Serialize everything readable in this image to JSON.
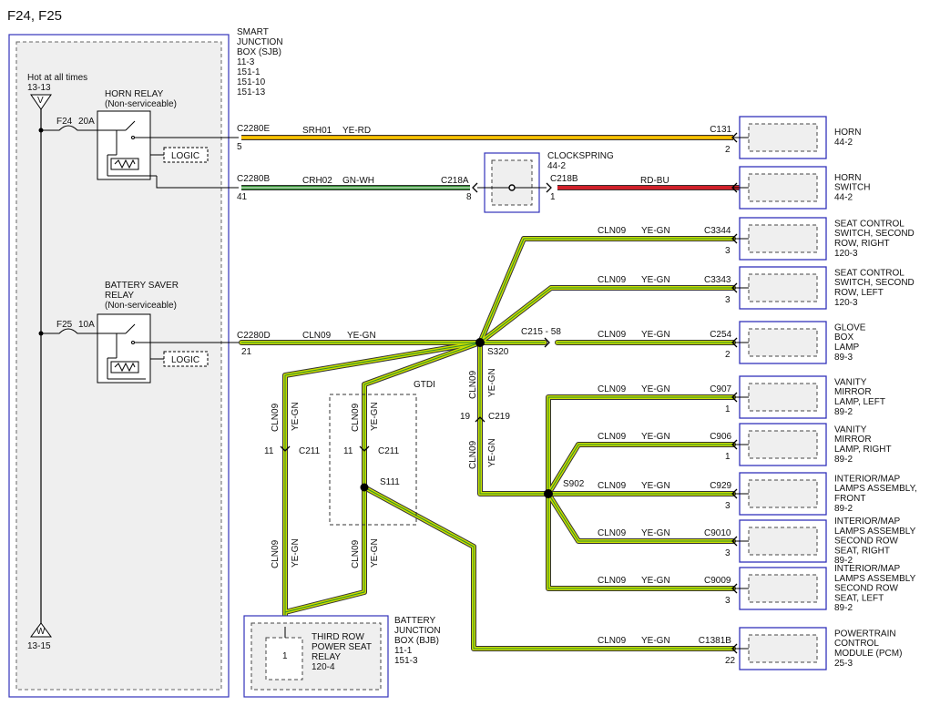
{
  "title": "F24, F25",
  "sjb": {
    "lines": [
      "SMART",
      "JUNCTION",
      "BOX (SJB)",
      "11-3",
      "151-1",
      "151-10",
      "151-13"
    ]
  },
  "hot": {
    "label": "Hot at all times",
    "ref_top": "13-13",
    "v_glyph": "V",
    "w_glyph": "W",
    "ref_bottom": "13-15"
  },
  "horn_relay": {
    "lines": [
      "HORN RELAY",
      "(Non-serviceable)"
    ],
    "fuse": "F24",
    "amps": "20A",
    "logic": "LOGIC"
  },
  "saver_relay": {
    "lines": [
      "BATTERY SAVER",
      "RELAY",
      "(Non-serviceable)"
    ],
    "fuse": "F25",
    "amps": "10A",
    "logic": "LOGIC"
  },
  "connectors": {
    "c2280e": "C2280E",
    "c2280e_pin": "5",
    "c2280b": "C2280B",
    "c2280b_pin": "41",
    "c2280d": "C2280D",
    "c2280d_pin": "21",
    "c218a": "C218A",
    "c218a_pin": "8",
    "c218b": "C218B",
    "c218b_pin": "1",
    "c215": "C215 - 58",
    "c219": "C219",
    "c219_pin": "19",
    "c211": "C211",
    "c211_pin": "11"
  },
  "wires": {
    "srh01": "SRH01",
    "ye_rd": "YE-RD",
    "crh02": "CRH02",
    "gn_wh": "GN-WH",
    "rd_bu": "RD-BU",
    "cln09": "CLN09",
    "ye_gn": "YE-GN"
  },
  "clockspring": {
    "lines": [
      "CLOCKSPRING",
      "44-2"
    ]
  },
  "splices": {
    "s320": "S320",
    "s902": "S902",
    "s111": "S111"
  },
  "gtdi": "GTDI",
  "components": [
    {
      "conn": "C131",
      "pin": "2",
      "lines": [
        "HORN",
        "44-2"
      ]
    },
    {
      "conn": "",
      "pin": "",
      "lines": [
        "HORN",
        "SWITCH",
        "44-2"
      ]
    },
    {
      "conn": "C3344",
      "pin": "3",
      "lines": [
        "SEAT CONTROL",
        "SWITCH, SECOND",
        "ROW, RIGHT",
        "120-3"
      ]
    },
    {
      "conn": "C3343",
      "pin": "3",
      "lines": [
        "SEAT CONTROL",
        "SWITCH, SECOND",
        "ROW, LEFT",
        "120-3"
      ]
    },
    {
      "conn": "C254",
      "pin": "2",
      "lines": [
        "GLOVE",
        "BOX",
        "LAMP",
        "89-3"
      ]
    },
    {
      "conn": "C907",
      "pin": "1",
      "lines": [
        "VANITY",
        "MIRROR",
        "LAMP, LEFT",
        "89-2"
      ]
    },
    {
      "conn": "C906",
      "pin": "1",
      "lines": [
        "VANITY",
        "MIRROR",
        "LAMP, RIGHT",
        "89-2"
      ]
    },
    {
      "conn": "C929",
      "pin": "3",
      "lines": [
        "INTERIOR/MAP",
        "LAMPS ASSEMBLY,",
        "FRONT",
        "89-2"
      ]
    },
    {
      "conn": "C9010",
      "pin": "3",
      "lines": [
        "INTERIOR/MAP",
        "LAMPS ASSEMBLY",
        "SECOND ROW",
        "SEAT, RIGHT",
        "89-2"
      ]
    },
    {
      "conn": "C9009",
      "pin": "3",
      "lines": [
        "INTERIOR/MAP",
        "LAMPS ASSEMBLY",
        "SECOND ROW",
        "SEAT, LEFT",
        "89-2"
      ]
    },
    {
      "conn": "C1381B",
      "pin": "22",
      "lines": [
        "POWERTRAIN",
        "CONTROL",
        "MODULE (PCM)",
        "25-3"
      ]
    }
  ],
  "bjb": {
    "lines": [
      "BATTERY",
      "JUNCTION",
      "BOX (BJB)",
      "11-1",
      "151-3"
    ]
  },
  "third_row": {
    "pin": "1",
    "lines": [
      "THIRD ROW",
      "POWER SEAT",
      "RELAY",
      "120-4"
    ]
  },
  "colors": {
    "ye_gn": "#c8dc00",
    "ye_rd": "#e8a000",
    "gn_wh": "#2e8b2e",
    "rd_bu": "#d0202a",
    "box": "#3333bb"
  }
}
